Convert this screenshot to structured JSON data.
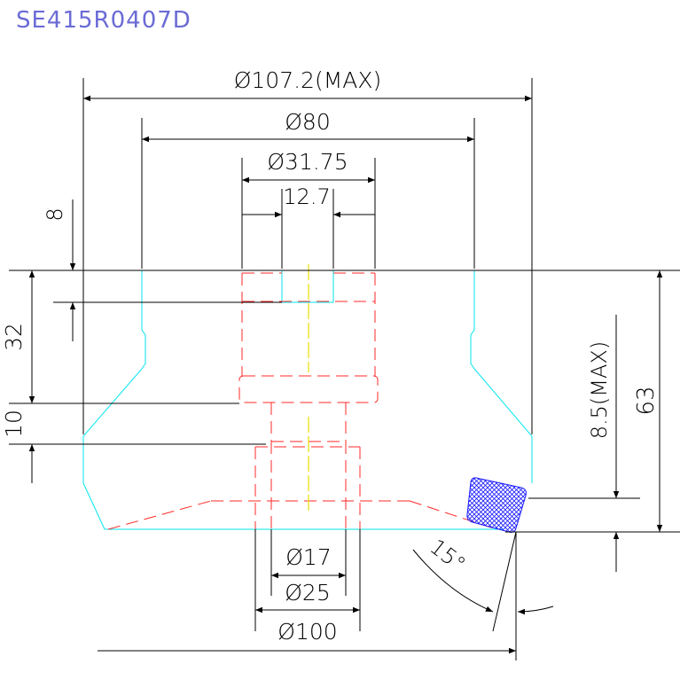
{
  "title": "SE415R0407D",
  "dimensions": {
    "d_max": "Ø107.2(MAX)",
    "d_80": "Ø80",
    "d_3175": "Ø31.75",
    "w_127": "12.7",
    "h_8": "8",
    "h_32": "32",
    "h_10": "10",
    "h_85max": "8.5(MAX)",
    "h_63": "63",
    "d_17": "Ø17",
    "d_25": "Ø25",
    "d_100": "Ø100",
    "angle_15": "15°"
  },
  "colors": {
    "outline": "#00e5ee",
    "hidden": "#ff2a2a",
    "centerline": "#e8e000",
    "insert": "#1a1aff",
    "dimension": "#000000",
    "title": "#6b6bd6"
  }
}
